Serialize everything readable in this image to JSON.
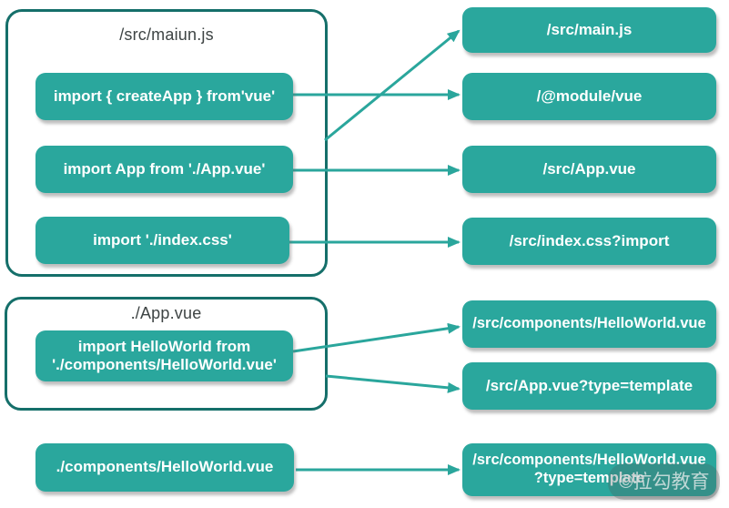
{
  "colors": {
    "accent": "#2aa79d",
    "arrow": "#2aa69c",
    "container_border": "#156f6a",
    "title_text": "#3e4444"
  },
  "left": {
    "container1": {
      "title": "/src/maiun.js",
      "box_createapp": "import { createApp } from'vue'",
      "box_app": "import App from './App.vue'",
      "box_css": "import './index.css'"
    },
    "container2": {
      "title": "./App.vue",
      "box_helloworld_line1": "import HelloWorld from",
      "box_helloworld_line2": "'./components/HelloWorld.vue'"
    },
    "box_components_helloworld": "./components/HelloWorld.vue"
  },
  "right": {
    "main_js": "/src/main.js",
    "module_vue": "/@module/vue",
    "app_vue": "/src/App.vue",
    "index_css": "/src/index.css?import",
    "components_helloworld": "/src/components/HelloWorld.vue",
    "app_vue_template": "/src/App.vue?type=template",
    "components_helloworld_template_line1": "/src/components/HelloWorld.vue",
    "components_helloworld_template_line2": "?type=template"
  },
  "edges": [
    {
      "from": "container-src-maiun-js",
      "to": "right-box-main-js"
    },
    {
      "from": "left-box-import-createapp",
      "to": "right-box-module-vue"
    },
    {
      "from": "left-box-import-app",
      "to": "right-box-app-vue"
    },
    {
      "from": "left-box-import-index-css",
      "to": "right-box-index-css"
    },
    {
      "from": "left-box-import-helloworld",
      "to": "right-box-components-helloworld"
    },
    {
      "from": "container-app-vue",
      "to": "right-box-app-vue-template"
    },
    {
      "from": "left-box-components-helloworld",
      "to": "right-box-components-helloworld-template"
    }
  ],
  "watermark": "©拉勾教育"
}
